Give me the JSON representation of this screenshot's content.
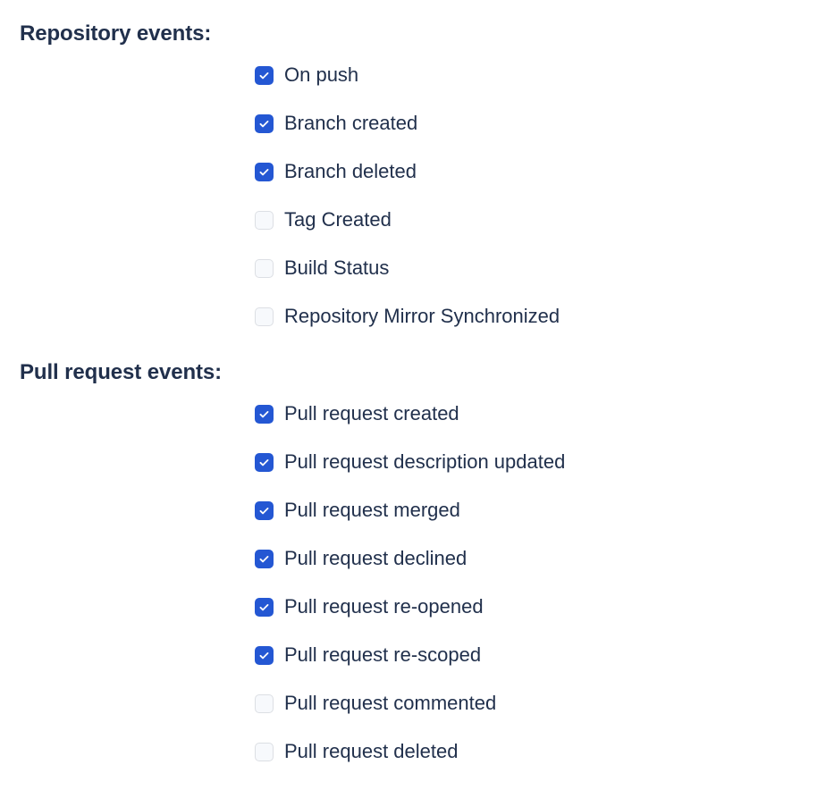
{
  "colors": {
    "background": "#ffffff",
    "text": "#21304c",
    "checkbox_checked_fill": "#2457d3",
    "checkbox_checked_mark": "#ffffff",
    "checkbox_unchecked_fill": "#f7f9fc",
    "checkbox_unchecked_border": "#dcdfe4"
  },
  "sections": {
    "repository": {
      "heading": "Repository events:",
      "items": [
        {
          "label": "On push",
          "checked": true,
          "icon": "checkbox-checked-icon"
        },
        {
          "label": "Branch created",
          "checked": true,
          "icon": "checkbox-checked-icon"
        },
        {
          "label": "Branch deleted",
          "checked": true,
          "icon": "checkbox-checked-icon"
        },
        {
          "label": "Tag Created",
          "checked": false,
          "icon": "checkbox-unchecked-icon"
        },
        {
          "label": "Build Status",
          "checked": false,
          "icon": "checkbox-unchecked-icon"
        },
        {
          "label": "Repository Mirror Synchronized",
          "checked": false,
          "icon": "checkbox-unchecked-icon"
        }
      ]
    },
    "pull_request": {
      "heading": "Pull request events:",
      "items": [
        {
          "label": "Pull request created",
          "checked": true,
          "icon": "checkbox-checked-icon"
        },
        {
          "label": "Pull request description updated",
          "checked": true,
          "icon": "checkbox-checked-icon"
        },
        {
          "label": "Pull request merged",
          "checked": true,
          "icon": "checkbox-checked-icon"
        },
        {
          "label": "Pull request declined",
          "checked": true,
          "icon": "checkbox-checked-icon"
        },
        {
          "label": "Pull request re-opened",
          "checked": true,
          "icon": "checkbox-checked-icon"
        },
        {
          "label": "Pull request re-scoped",
          "checked": true,
          "icon": "checkbox-checked-icon"
        },
        {
          "label": "Pull request commented",
          "checked": false,
          "icon": "checkbox-unchecked-icon"
        },
        {
          "label": "Pull request deleted",
          "checked": false,
          "icon": "checkbox-unchecked-icon"
        }
      ]
    }
  }
}
